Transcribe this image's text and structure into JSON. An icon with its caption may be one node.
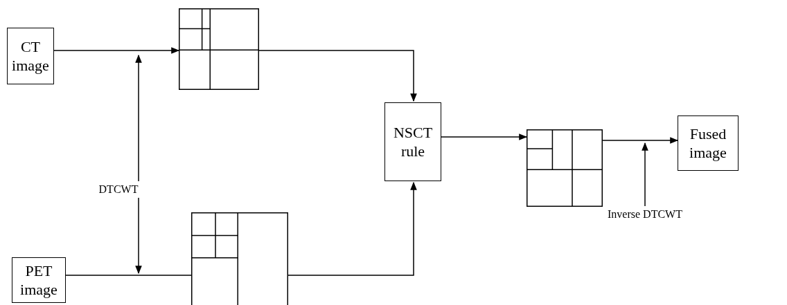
{
  "diagram": {
    "nodes": [
      {
        "text": [
          "CT image"
        ]
      },
      {
        "text": [],
        "shape": "box"
      },
      {
        "text": [
          "NSCT rule"
        ]
      },
      {
        "text": [],
        "shape": "box"
      },
      {
        "text": [
          "Fused image"
        ]
      },
      {
        "text": [
          "DTCWT"
        ]
      },
      {
        "text": [
          "Inverse DTCWT"
        ]
      },
      {
        "text": [
          "PET image"
        ]
      },
      {
        "text": [],
        "shape": "box"
      }
    ],
    "edges": [
      {
        "from": 0,
        "to": 1,
        "arrow": "to"
      },
      {
        "from": 5,
        "to": null,
        "arrow": "to"
      },
      {
        "from": 5,
        "to": null,
        "arrow": "to"
      },
      {
        "from": 7,
        "to": 8,
        "arrow": "none"
      },
      {
        "from": 1,
        "to": 2,
        "arrow": "to"
      },
      {
        "from": 8,
        "to": 2,
        "arrow": "to"
      },
      {
        "from": 2,
        "to": 3,
        "arrow": "to"
      },
      {
        "from": 3,
        "to": 4,
        "arrow": "to"
      },
      {
        "from": 6,
        "to": null,
        "arrow": "to"
      }
    ]
  }
}
